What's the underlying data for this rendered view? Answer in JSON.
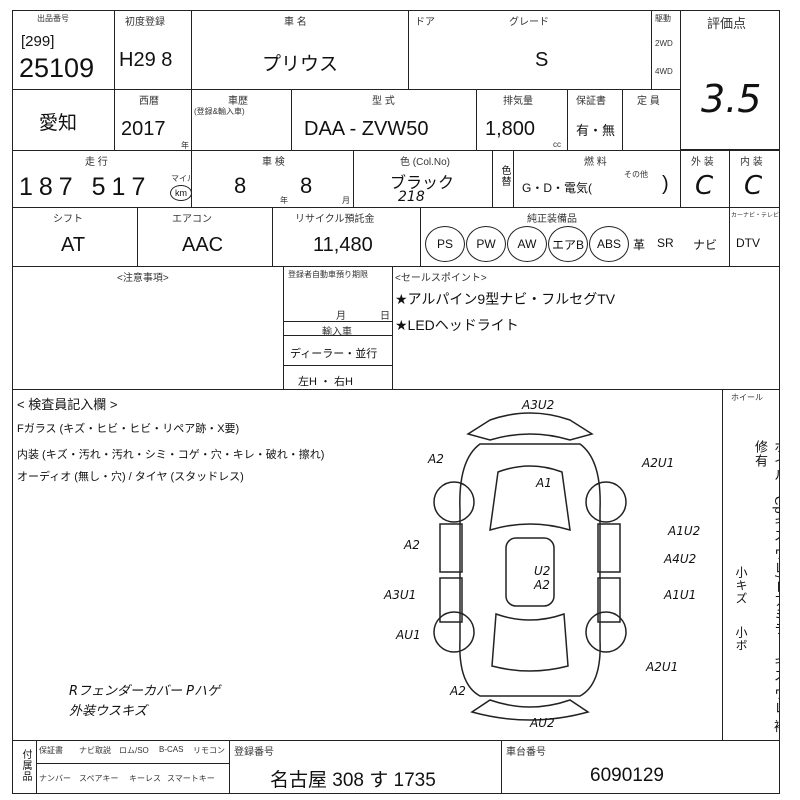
{
  "header": {
    "lot_label": "出品番号",
    "lot_prefix": "[299]",
    "lot_number": "25109",
    "reg_label": "初度登録",
    "reg_value": "H29 8",
    "model_label": "車 名",
    "model_value": "プリウス",
    "doors_label": "ドア",
    "grade_label": "グレード",
    "grade_value": "S",
    "drive_label": "駆動",
    "drive_2wd": "2WD",
    "drive_4wd": "4WD",
    "score_label": "評価点",
    "score_value": "3.5"
  },
  "row2": {
    "pref_value": "愛知",
    "year_label": "西暦",
    "year_value": "2017",
    "year_unit": "年",
    "purpose_label": "車歴",
    "purpose_sub": "(登録&輸入車)",
    "form_label": "型 式",
    "form_value": "DAA - ZVW50",
    "displacement_label": "排気量",
    "displacement_value": "1,800",
    "displacement_unit": "cc",
    "warranty_label": "保証書",
    "warranty_value": "有・無",
    "capacity_label": "定 員"
  },
  "row3": {
    "mileage_label": "走 行",
    "mileage_value": "187 517",
    "mileage_unit_top": "マイル",
    "mileage_unit": "km",
    "shaken_label": "車 検",
    "shaken_year": "8",
    "shaken_year_unit": "年",
    "shaken_month": "8",
    "shaken_month_unit": "月",
    "color_label": "色 (Col.No)",
    "color_value": "ブラック",
    "color_number": "218",
    "color_change_label": "色替",
    "fuel_label": "燃 料",
    "fuel_value": "G・D・電気(",
    "fuel_other": "その他",
    "fuel_close": ")",
    "ext_label": "外 装",
    "ext_value": "C",
    "int_label": "内 装",
    "int_value": "C"
  },
  "row4": {
    "shift_label": "シフト",
    "shift_value": "AT",
    "aircon_label": "エアコン",
    "aircon_value": "AAC",
    "recycle_label": "リサイクル預託金",
    "recycle_value": "11,480",
    "equip_label": "純正装備品",
    "equip_circled": [
      "PS",
      "PW",
      "AW",
      "エアB",
      "ABS"
    ],
    "equip_plain": [
      "革",
      "SR",
      "ナビ",
      "DTV"
    ],
    "car_tv_label": "カーナビ・テレビ"
  },
  "row5": {
    "caution_label": "<注意事項>",
    "registration_label": "登録者自動車預り期限",
    "registration_month": "月",
    "registration_day": "日",
    "import_label": "輸入車",
    "import_value": "ディーラー・並行",
    "handle_value": "左H ・ 右H",
    "sales_label": "<セールスポイント>",
    "sales_points": [
      "★アルパイン9型ナビ・フルセグTV",
      "★LEDヘッドライト"
    ]
  },
  "inspector": {
    "title": "< 検査員記入欄 >",
    "glass_line": "Fガラス (キズ・ヒビ・ヒビ・リペア跡・X要)",
    "interior_line": "内装 (キズ・汚れ・汚れ・シミ・コゲ・穴・キレ・破れ・擦れ)",
    "audio_line": "オーディオ (無し・穴) / タイヤ (スタッドレス)",
    "handwritten_note_1": "Rフェンダーカバー Pハゲ",
    "handwritten_note_2": "外装ウスキズ",
    "wheel_label": "ホイール",
    "side_vertical_text": "ホイル・Cpキズ ワレ/ドアミラー キズ ワレ 補修有",
    "side_small_1": "小キズ",
    "side_small_2": "小ボ"
  },
  "damage_marks": [
    "A3U2",
    "A2",
    "A2U1",
    "A1",
    "A1U2",
    "A2",
    "A4U2",
    "U2",
    "A2",
    "A3U1",
    "A1U1",
    "AU1",
    "A2U1",
    "A2",
    "AU2"
  ],
  "footer": {
    "items_top": [
      "保証書",
      "ナビ取説",
      "ロム/SO",
      "B-CAS",
      "リモコン"
    ],
    "items_bottom": [
      "ナンバー",
      "スペアキー",
      "キーレス",
      "スマートキー"
    ],
    "plate_label": "登録番号",
    "plate_value": "名古屋 308 す 1735",
    "chassis_label": "車台番号",
    "chassis_value": "6090129",
    "side_label": "付属品"
  }
}
